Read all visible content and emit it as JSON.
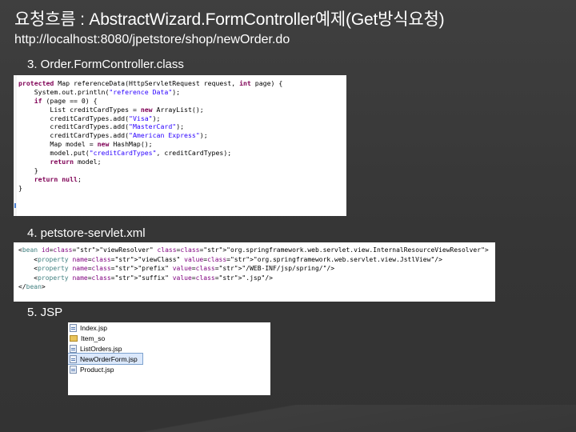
{
  "slide": {
    "title": "요청흐름 : AbstractWizard.FormController예제(Get방식요청)",
    "url": "http://localhost:8080/jpetstore/shop/newOrder.do",
    "step3_label": "3. Order.FormController.class",
    "step4_label": "4. petstore-servlet.xml",
    "step5_label": "5. JSP"
  },
  "code_lines": [
    "protected Map referenceData(HttpServletRequest request, int page) {",
    "    System.out.println(\"reference Data\");",
    "    if (page == 0) {",
    "        List creditCardTypes = new ArrayList();",
    "        creditCardTypes.add(\"Visa\");",
    "        creditCardTypes.add(\"MasterCard\");",
    "        creditCardTypes.add(\"American Express\");",
    "        Map model = new HashMap();",
    "        model.put(\"creditCardTypes\", creditCardTypes);",
    "        return model;",
    "    }",
    "    return null;",
    "}"
  ],
  "xml_lines": [
    "<bean id=\"viewResolver\" class=\"org.springframework.web.servlet.view.InternalResourceViewResolver\">",
    "    <property name=\"viewClass\" value=\"org.springframework.web.servlet.view.JstlView\"/>",
    "    <property name=\"prefix\" value=\"/WEB-INF/jsp/spring/\"/>",
    "    <property name=\"suffix\" value=\".jsp\"/>",
    "</bean>"
  ],
  "files": [
    {
      "name": "Index.jsp",
      "type": "file",
      "selected": false
    },
    {
      "name": "Item_so",
      "type": "folder",
      "selected": false
    },
    {
      "name": "ListOrders.jsp",
      "type": "file",
      "selected": false
    },
    {
      "name": "NewOrderForm.jsp",
      "type": "file",
      "selected": true
    },
    {
      "name": "Product.jsp",
      "type": "file",
      "selected": false
    }
  ]
}
